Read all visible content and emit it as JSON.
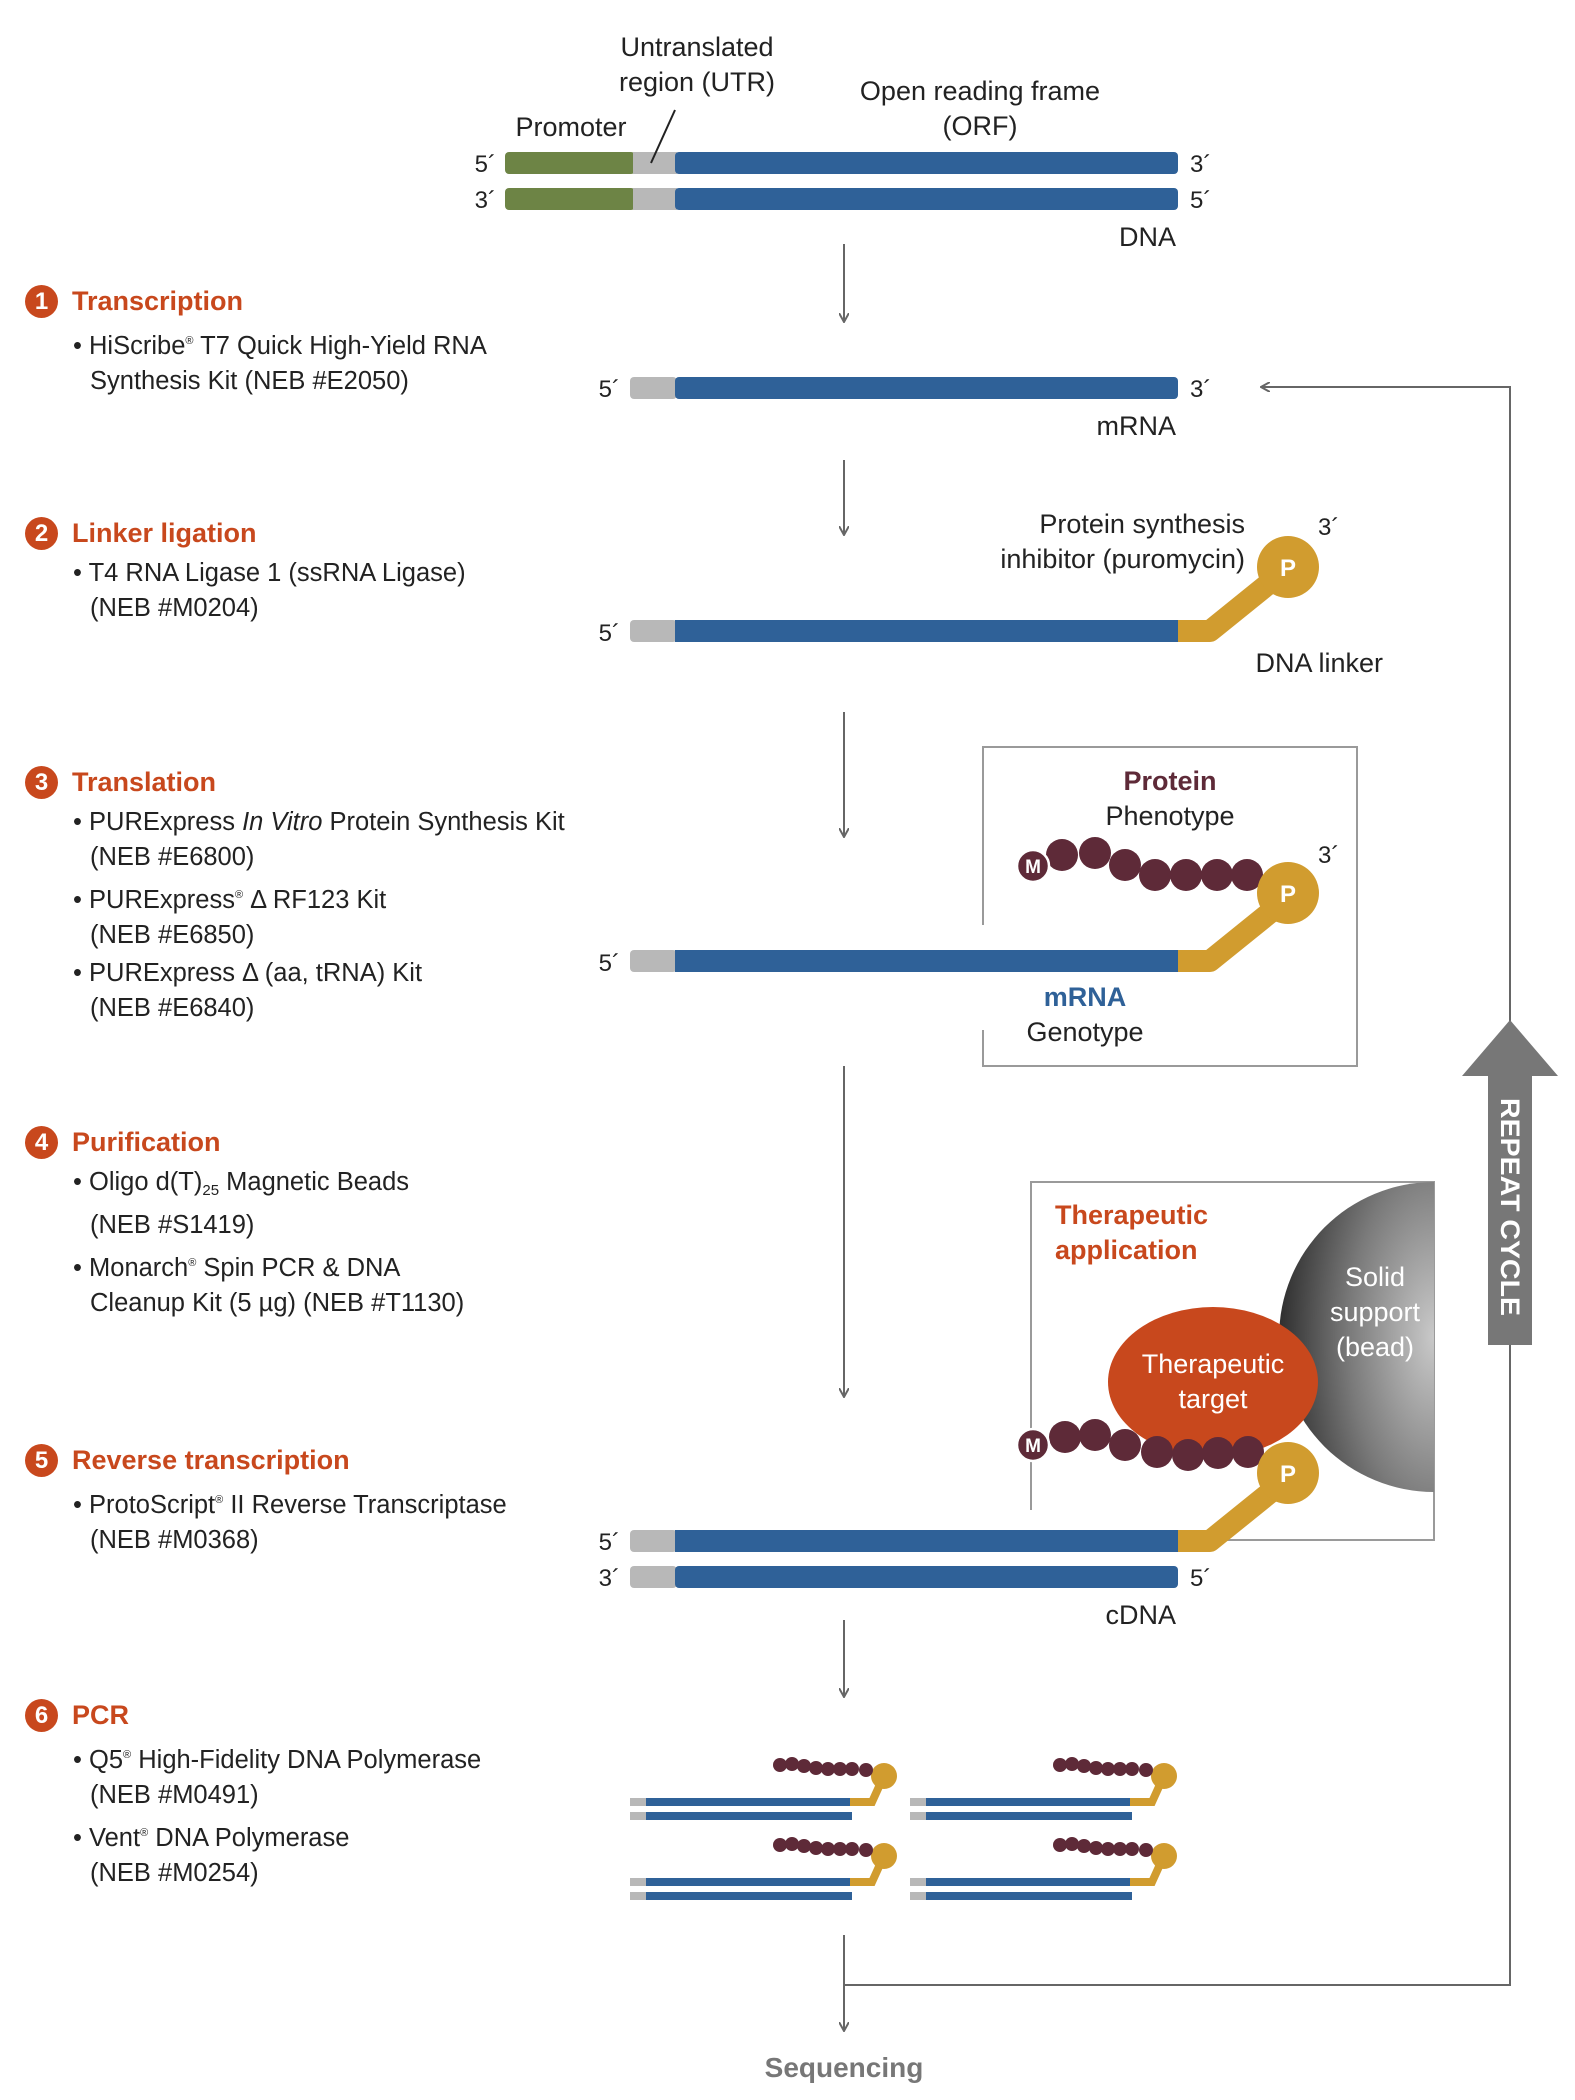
{
  "colors": {
    "step_accent": "#c8481d",
    "orf_blue": "#2f6198",
    "promoter_green": "#6d8445",
    "utr_gray": "#b8b8b8",
    "linker_gold": "#d19c2f",
    "protein_maroon": "#5e2a38",
    "target_orange": "#c8481d",
    "bead_gray": "#6b6b6b",
    "arrow_gray": "#666666",
    "text_dark": "#222222"
  },
  "diagram": {
    "utr_label_line1": "Untranslated",
    "utr_label_line2": "region (UTR)",
    "orf_label_line1": "Open reading frame",
    "orf_label_line2": "(ORF)",
    "promoter_label": "Promoter",
    "dna_label": "DNA",
    "mrna_label": "mRNA",
    "inhibitor_line1": "Protein synthesis",
    "inhibitor_line2": "inhibitor (puromycin)",
    "dna_linker_label": "DNA linker",
    "puromycin_symbol": "P",
    "methionine_symbol": "M",
    "protein_label": "Protein",
    "phenotype_label": "Phenotype",
    "mrna_box_label": "mRNA",
    "genotype_label": "Genotype",
    "therapeutic_application_line1": "Therapeutic",
    "therapeutic_application_line2": "application",
    "therapeutic_target_line1": "Therapeutic",
    "therapeutic_target_line2": "target",
    "solid_line1": "Solid",
    "solid_line2": "support",
    "solid_line3": "(bead)",
    "cdna_label": "cDNA",
    "repeat_cycle": "REPEAT CYCLE",
    "sequencing": "Sequencing",
    "end_5": "5´",
    "end_3": "3´"
  },
  "steps": [
    {
      "num": "1",
      "title": "Transcription",
      "items": [
        {
          "brand": "HiScribe",
          "sup": "®",
          "rest": " T7 Quick High-Yield RNA",
          "line2": "Synthesis Kit (NEB #E2050)"
        }
      ]
    },
    {
      "num": "2",
      "title": "Linker ligation",
      "items": [
        {
          "line1": "T4 RNA Ligase 1 (ssRNA Ligase)",
          "line2": "(NEB #M0204)"
        }
      ]
    },
    {
      "num": "3",
      "title": "Translation",
      "items": [
        {
          "pre": "PURExpress ",
          "italic": "In Vitro",
          "post": " Protein Synthesis Kit",
          "line2": "(NEB #E6800)"
        },
        {
          "brand": "PURExpress",
          "sup": "®",
          "rest": " Δ RF123 Kit",
          "line2": "(NEB #E6850)"
        },
        {
          "line1": "PURExpress Δ (aa, tRNA) Kit",
          "line2": "(NEB #E6840)"
        }
      ]
    },
    {
      "num": "4",
      "title": "Purification",
      "items": [
        {
          "pre": "Oligo d(T)",
          "sub": "25",
          "post": " Magnetic Beads",
          "line2": "(NEB #S1419)"
        },
        {
          "brand": "Monarch",
          "sup": "®",
          "rest": " Spin PCR & DNA",
          "line2": "Cleanup Kit (5 µg) (NEB #T1130)"
        }
      ]
    },
    {
      "num": "5",
      "title": "Reverse transcription",
      "items": [
        {
          "brand": "ProtoScript",
          "sup": "®",
          "rest": " II Reverse Transcriptase",
          "line2": "(NEB #M0368)"
        }
      ]
    },
    {
      "num": "6",
      "title": "PCR",
      "items": [
        {
          "brand": "Q5",
          "sup": "®",
          "rest": " High-Fidelity DNA Polymerase",
          "line2": "(NEB #M0491)"
        },
        {
          "brand": "Vent",
          "sup": "®",
          "rest": " DNA Polymerase",
          "line2": "(NEB #M0254)"
        }
      ]
    }
  ]
}
